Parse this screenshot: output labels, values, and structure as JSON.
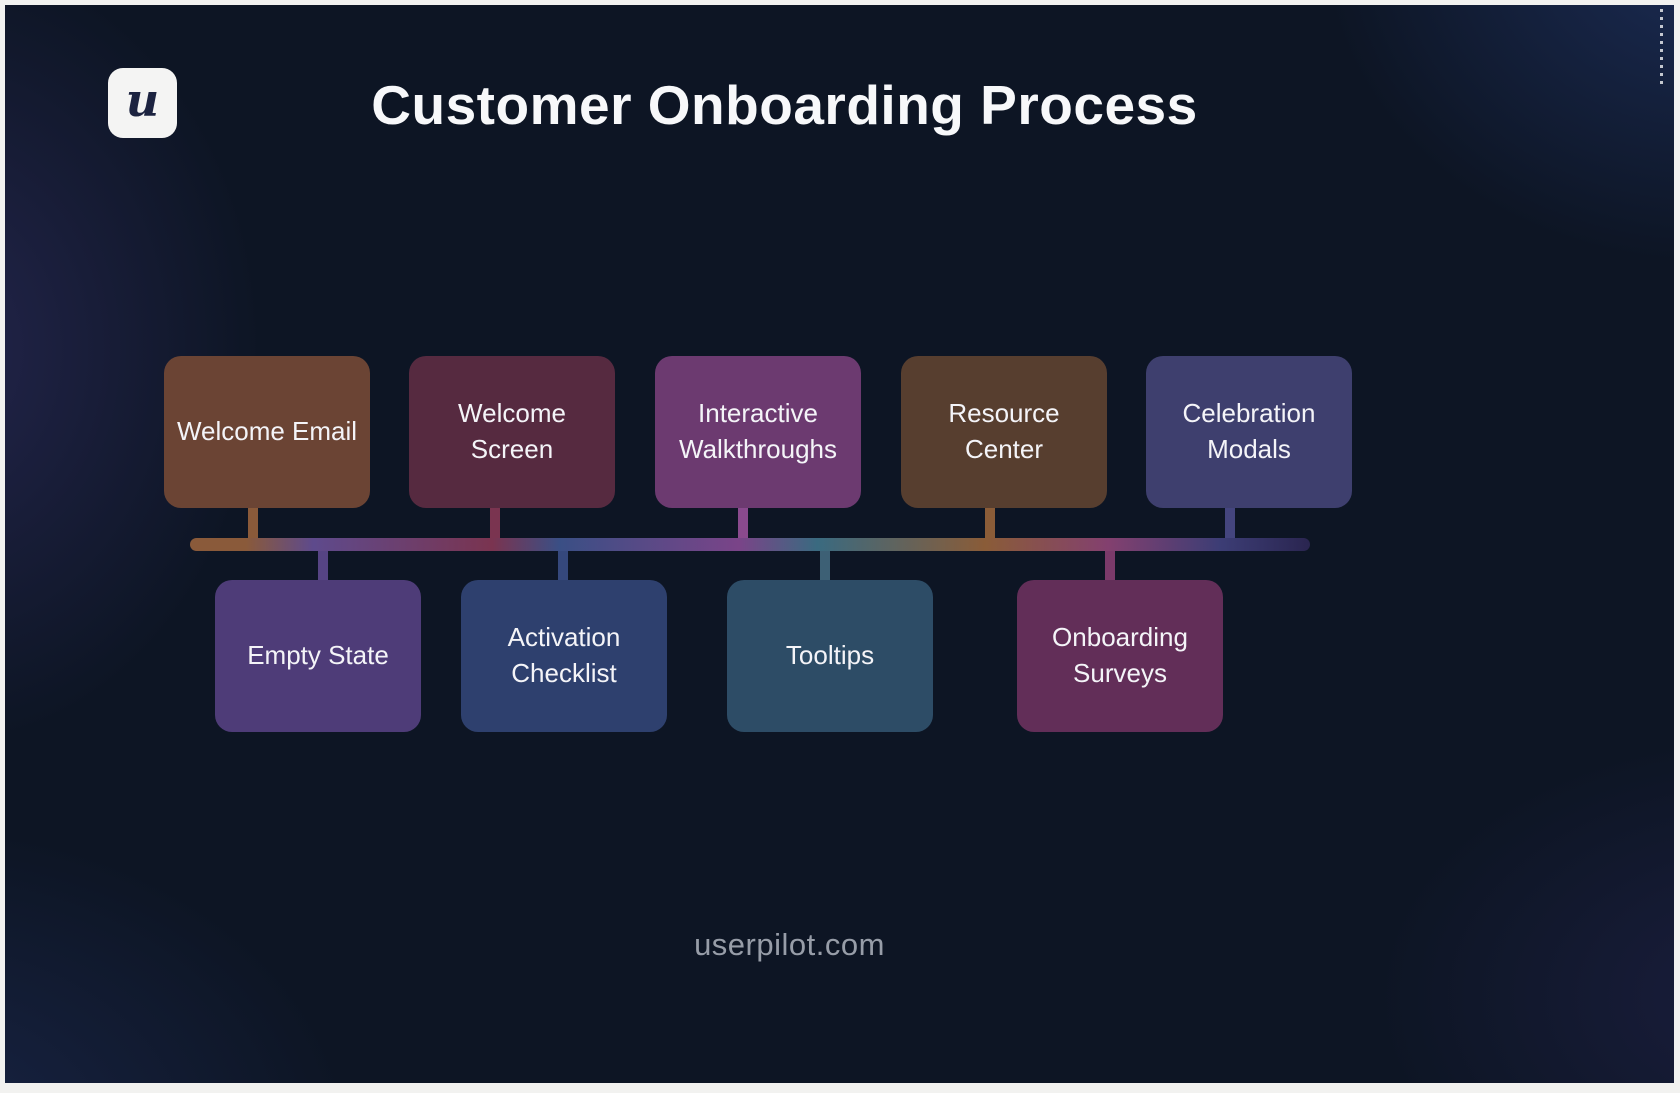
{
  "header": {
    "logo_letter": "u",
    "title": "Customer Onboarding Process"
  },
  "footer": {
    "website": "userpilot.com"
  },
  "colors": {
    "background": "#0d1524",
    "frame": "#f2f2f0",
    "title_text": "#f7f8fa",
    "node_text": "#f4f4f8",
    "footer_text": "#979da8",
    "logo_background": "#f4f4f3",
    "logo_letter": "#1c2340"
  },
  "diagram": {
    "top_row": [
      {
        "label": "Welcome Email",
        "color": "#6b4434",
        "connector_color": "#8a5a3a"
      },
      {
        "label": "Welcome Screen",
        "color": "#562a40",
        "connector_color": "#7a3450"
      },
      {
        "label": "Interactive Walkthroughs",
        "color": "#6c3a70",
        "connector_color": "#8a4a8e"
      },
      {
        "label": "Resource Center",
        "color": "#573e2f",
        "connector_color": "#8a5c38"
      },
      {
        "label": "Celebration Modals",
        "color": "#3e3f6e",
        "connector_color": "#44457e"
      }
    ],
    "bottom_row": [
      {
        "label": "Empty State",
        "color": "#4e3c78",
        "connector_color": "#564484"
      },
      {
        "label": "Activation Checklist",
        "color": "#2e406e",
        "connector_color": "#35487c"
      },
      {
        "label": "Tooltips",
        "color": "#2d4c66",
        "connector_color": "#3d6075"
      },
      {
        "label": "Onboarding Surveys",
        "color": "#622e58",
        "connector_color": "#7a3a6a"
      }
    ],
    "timeline_gradient": [
      "#8a5a3a",
      "#5e4a8c",
      "#7a3450",
      "#3a4f85",
      "#7a4488",
      "#3a6a80",
      "#8a5c38",
      "#83406f",
      "#3c3d75",
      "#2a2550"
    ]
  }
}
